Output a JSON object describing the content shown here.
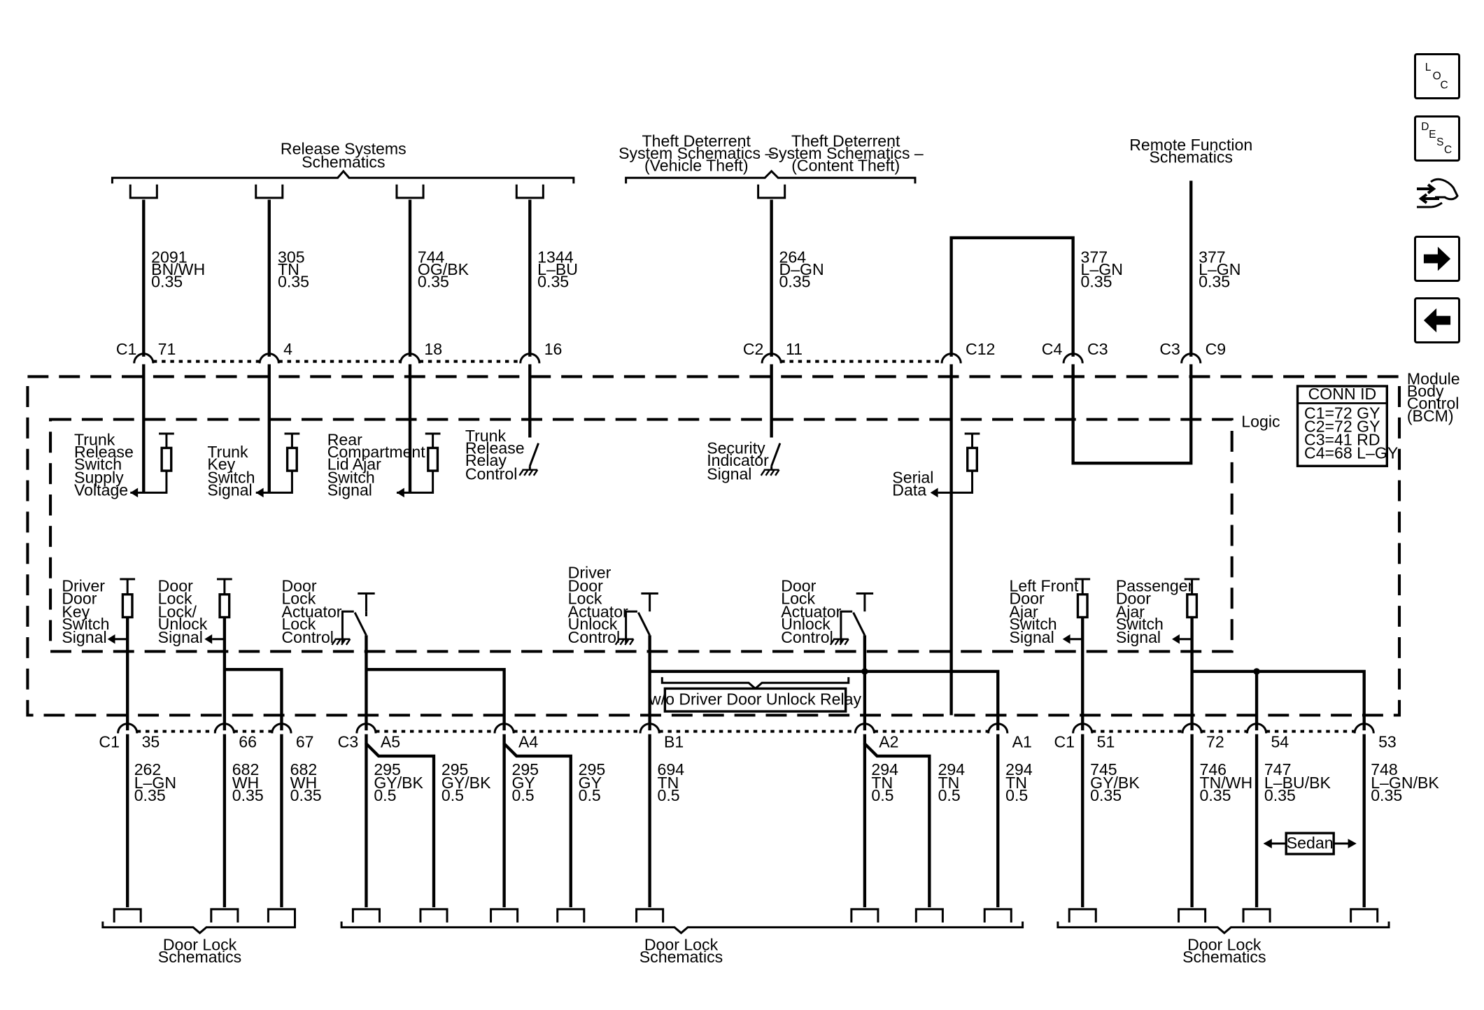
{
  "nav": {
    "loc": [
      "L",
      "O",
      "C"
    ],
    "desc": [
      "D",
      "E",
      "S",
      "C"
    ]
  },
  "headers": {
    "release": [
      "Release Systems",
      "Schematics"
    ],
    "theft_vehicle": [
      "Theft Deterrent",
      "System Schematics –",
      "(Vehicle Theft)"
    ],
    "theft_content": [
      "Theft Deterrent",
      "System Schematics –",
      "(Content Theft)"
    ],
    "remote": [
      "Remote Function",
      "Schematics"
    ]
  },
  "top_wires": [
    {
      "circuit": "2091",
      "color": "BN/WH",
      "gauge": "0.35",
      "conn": "C1",
      "pin": "71"
    },
    {
      "circuit": "305",
      "color": "TN",
      "gauge": "0.35",
      "pin": "4"
    },
    {
      "circuit": "744",
      "color": "OG/BK",
      "gauge": "0.35",
      "pin": "18"
    },
    {
      "circuit": "1344",
      "color": "L–BU",
      "gauge": "0.35",
      "pin": "16"
    },
    {
      "circuit": "264",
      "color": "D–GN",
      "gauge": "0.35",
      "conn": "C2",
      "pin": "11"
    },
    {
      "conn": "C12"
    },
    {
      "circuit": "377",
      "color": "L–GN",
      "gauge": "0.35",
      "conn": "C4",
      "pin": "C3"
    },
    {
      "circuit": "377",
      "color": "L–GN",
      "gauge": "0.35",
      "conn": "C3",
      "pin": "C9"
    }
  ],
  "module": {
    "name": [
      "Module",
      "Body",
      "Control",
      "(BCM)"
    ],
    "logic": "Logic",
    "conn_id": {
      "title": "CONN ID",
      "rows": [
        "C1=72 GY",
        "C2=72 GY",
        "C3=41 RD",
        "C4=68 L–GY"
      ]
    }
  },
  "signals_upper": [
    [
      "Trunk",
      "Release",
      "Switch",
      "Supply",
      "Voltage"
    ],
    [
      "Trunk",
      "Key",
      "Switch",
      "Signal"
    ],
    [
      "Rear",
      "Compartment",
      "Lid Ajar",
      "Switch",
      "Signal"
    ],
    [
      "Trunk",
      "Release",
      "Relay",
      "Control"
    ],
    [
      "Security",
      "Indicator",
      "Signal"
    ],
    [
      "Serial",
      "Data"
    ]
  ],
  "signals_lower": [
    [
      "Driver",
      "Door",
      "Key",
      "Switch",
      "Signal"
    ],
    [
      "Door",
      "Lock",
      "Lock/",
      "Unlock",
      "Signal"
    ],
    [
      "Door",
      "Lock",
      "Actuator",
      "Lock",
      "Control"
    ],
    [
      "Driver",
      "Door",
      "Lock",
      "Actuator",
      "Unlock",
      "Control"
    ],
    [
      "Door",
      "Lock",
      "Actuator",
      "Unlock",
      "Control"
    ],
    [
      "Left Front",
      "Door",
      "Ajar",
      "Switch",
      "Signal"
    ],
    [
      "Passenger",
      "Door",
      "Ajar",
      "Switch",
      "Signal"
    ]
  ],
  "wo_relay": "w/o Driver Door Unlock Relay",
  "sedan": "Sedan",
  "bottom_conns": [
    {
      "conn": "C1",
      "pin": "35"
    },
    {
      "pin": "66"
    },
    {
      "pin": "67"
    },
    {
      "conn": "C3",
      "pin": "A5"
    },
    {
      "pin": "A4"
    },
    {
      "pin": "B1"
    },
    {
      "pin": "A2"
    },
    {
      "pin": "A1"
    },
    {
      "conn": "C1",
      "pin": "51"
    },
    {
      "pin": "72"
    },
    {
      "pin": "54"
    },
    {
      "pin": "53"
    }
  ],
  "bottom_wires": [
    {
      "circuit": "262",
      "color": "L–GN",
      "gauge": "0.35"
    },
    {
      "circuit": "682",
      "color": "WH",
      "gauge": "0.35"
    },
    {
      "circuit": "682",
      "color": "WH",
      "gauge": "0.35"
    },
    {
      "circuit": "295",
      "color": "GY/BK",
      "gauge": "0.5"
    },
    {
      "circuit": "295",
      "color": "GY/BK",
      "gauge": "0.5"
    },
    {
      "circuit": "295",
      "color": "GY",
      "gauge": "0.5"
    },
    {
      "circuit": "295",
      "color": "GY",
      "gauge": "0.5"
    },
    {
      "circuit": "694",
      "color": "TN",
      "gauge": "0.5"
    },
    {
      "circuit": "294",
      "color": "TN",
      "gauge": "0.5"
    },
    {
      "circuit": "294",
      "color": "TN",
      "gauge": "0.5"
    },
    {
      "circuit": "294",
      "color": "TN",
      "gauge": "0.5"
    },
    {
      "circuit": "745",
      "color": "GY/BK",
      "gauge": "0.35"
    },
    {
      "circuit": "746",
      "color": "TN/WH",
      "gauge": "0.35"
    },
    {
      "circuit": "747",
      "color": "L–BU/BK",
      "gauge": "0.35"
    },
    {
      "circuit": "748",
      "color": "L–GN/BK",
      "gauge": "0.35"
    }
  ],
  "footers": [
    [
      "Door Lock",
      "Schematics"
    ],
    [
      "Door Lock",
      "Schematics"
    ],
    [
      "Door Lock",
      "Schematics"
    ]
  ]
}
